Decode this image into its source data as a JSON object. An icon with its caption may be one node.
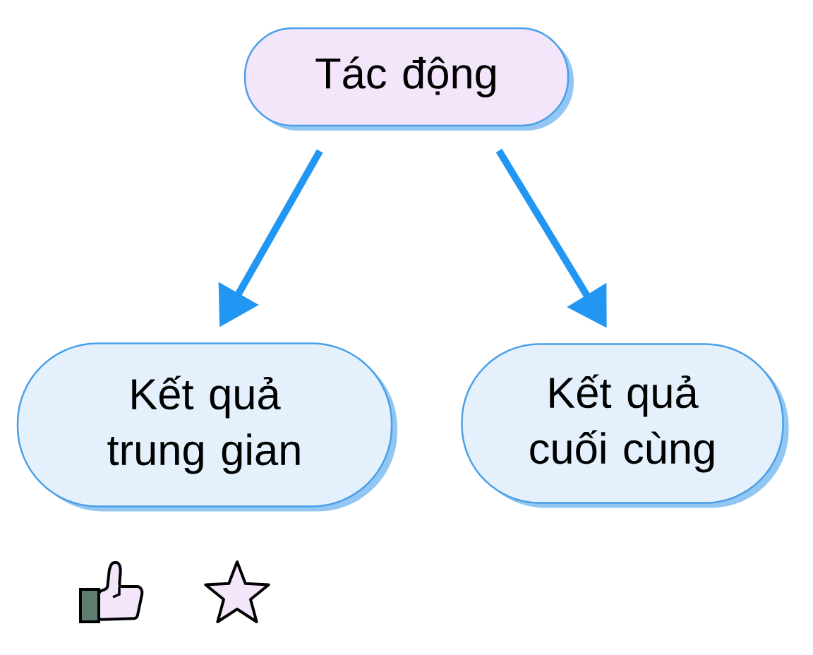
{
  "diagram": {
    "nodes": [
      {
        "text": [
          "Tác động"
        ]
      },
      {
        "text": [
          "Kết quả trung gian"
        ]
      },
      {
        "text": [
          "Kết quả cuối cùng"
        ]
      }
    ],
    "edges": [
      {
        "from": 0,
        "to": 1,
        "arrow": "to"
      },
      {
        "from": 0,
        "to": 2,
        "arrow": "to"
      }
    ]
  }
}
